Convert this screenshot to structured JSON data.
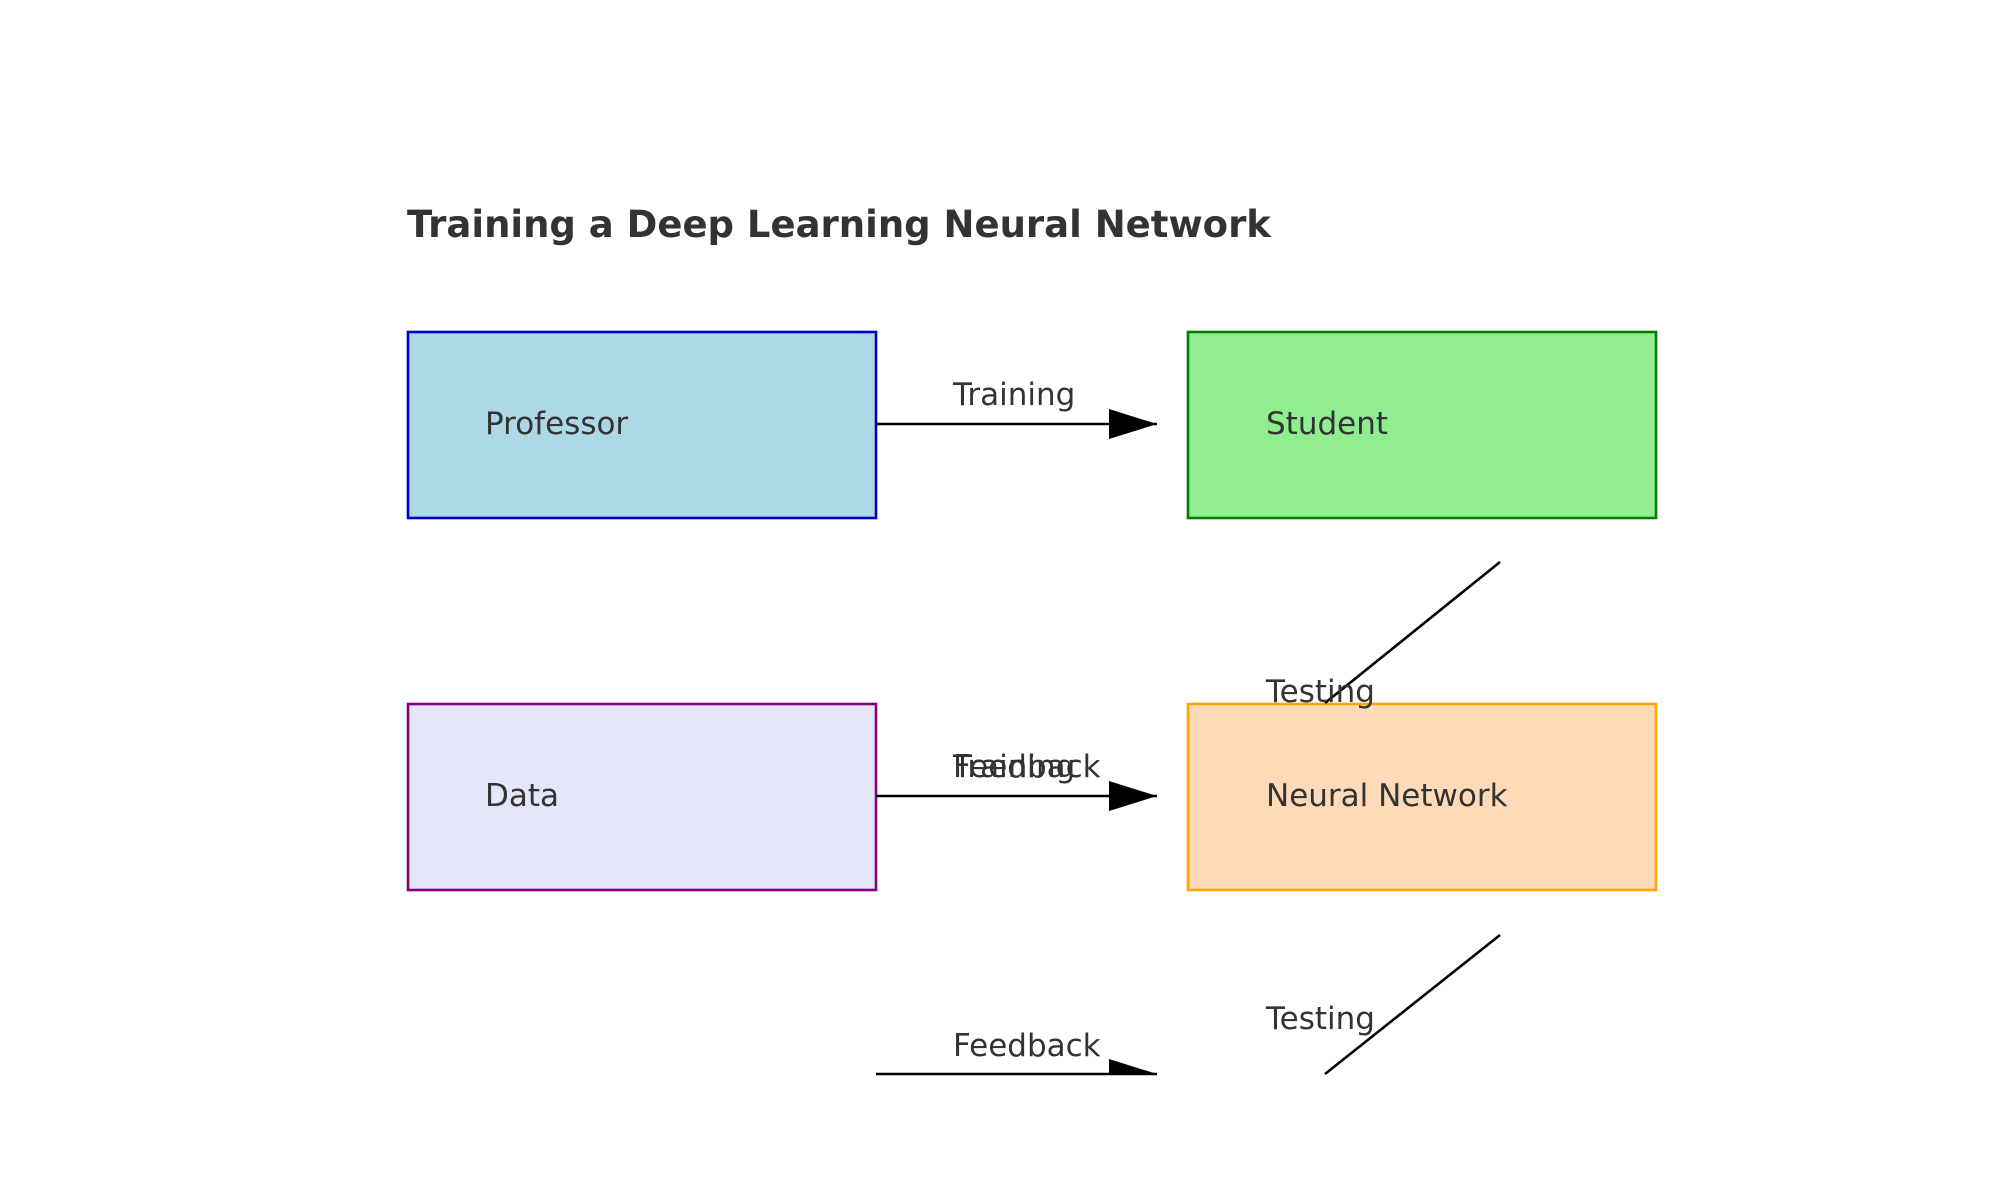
{
  "title": "Training a Deep Learning Neural Network",
  "nodes": {
    "professor": {
      "label": "Professor",
      "fill": "#add8e6",
      "stroke": "#0000cd"
    },
    "student": {
      "label": "Student",
      "fill": "#90ee90",
      "stroke": "#008000"
    },
    "data": {
      "label": "Data",
      "fill": "#e6e6fa",
      "stroke": "#800080"
    },
    "neural_network": {
      "label": "Neural Network",
      "fill": "#ffdab9",
      "stroke": "#ffa500"
    }
  },
  "edges": {
    "professor_to_student": {
      "label": "Training"
    },
    "student_testing": {
      "label": "Testing"
    },
    "data_to_network_training": {
      "label": "Training"
    },
    "data_to_network_feedback": {
      "label": "Feedback"
    },
    "network_testing": {
      "label": "Testing"
    },
    "bottom_feedback": {
      "label": "Feedback"
    }
  }
}
